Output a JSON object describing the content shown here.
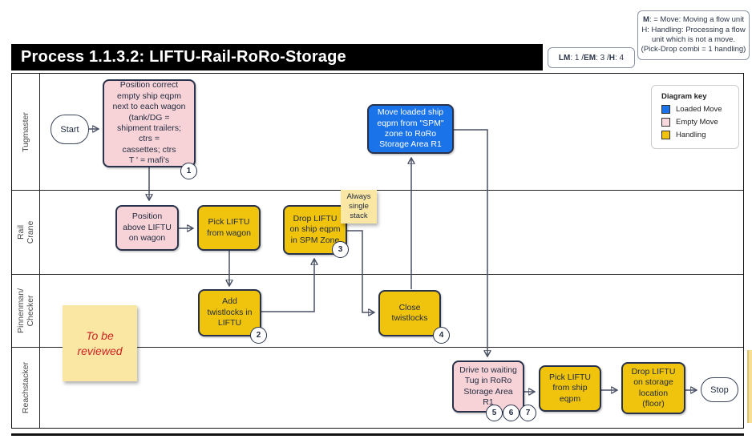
{
  "header": {
    "title": "Process 1.1.3.2: LIFTU-Rail-RoRo-Storage",
    "counter": {
      "lm_label": "LM",
      "lm_value": ": 1 / ",
      "em_label": "EM",
      "em_value": ": 3 / ",
      "h_label": "H",
      "h_value": ": 4"
    },
    "note": {
      "bold": "M",
      "text": ": = Move: Moving a flow unit\nH: Handling: Processing a flow\nunit which is not a move.\n(Pick-Drop combi = 1 handling)"
    }
  },
  "legend": {
    "title": "Diagram key",
    "items": [
      {
        "label": "Loaded Move",
        "color": "#1a73e8"
      },
      {
        "label": "Empty Move",
        "color": "#f8d7dd"
      },
      {
        "label": "Handling",
        "color": "#f0c30c"
      }
    ]
  },
  "lanes": [
    {
      "label": "Tugmaster"
    },
    {
      "label": "Rail Crane"
    },
    {
      "label": "Pinnenman/\nChecker"
    },
    {
      "label": "Reachstacker"
    }
  ],
  "nodes": {
    "start": {
      "label": "Start"
    },
    "step1": {
      "text": "Position correct\nempty ship eqpm\nnext to each wagon\n(tank/DG =\nshipment trailers;\nctrs          =\ncassettes; ctrs\nT        ' = mafi's",
      "badge": "1"
    },
    "step2": {
      "text": "Position\nabove LIFTU\non wagon"
    },
    "step3": {
      "text": "Pick LIFTU\nfrom wagon"
    },
    "step4": {
      "text": "Add\ntwistlocks in\nLIFTU",
      "badge": "2"
    },
    "step5": {
      "text": "Drop LIFTU\non ship eqpm\nin SPM Zone",
      "badge": "3"
    },
    "step6": {
      "text": "Close\ntwistlocks",
      "badge": "4"
    },
    "move1": {
      "text": "Move loaded ship\neqpm from \"SPM\"\nzone to RoRo\nStorage Area R1"
    },
    "step7": {
      "text": "Drive to waiting\nTug in RoRo\nStorage Area\nR1",
      "badges": [
        "5",
        "6",
        "7"
      ]
    },
    "step8": {
      "text": "Pick LIFTU\nfrom ship\neqpm"
    },
    "step9": {
      "text": "Drop LIFTU\non storage\nlocation\n(floor)"
    },
    "stop": {
      "label": "Stop"
    }
  },
  "stickies": {
    "single_stack": "Always\nsingle\nstack",
    "review": "To be\nreviewed"
  }
}
